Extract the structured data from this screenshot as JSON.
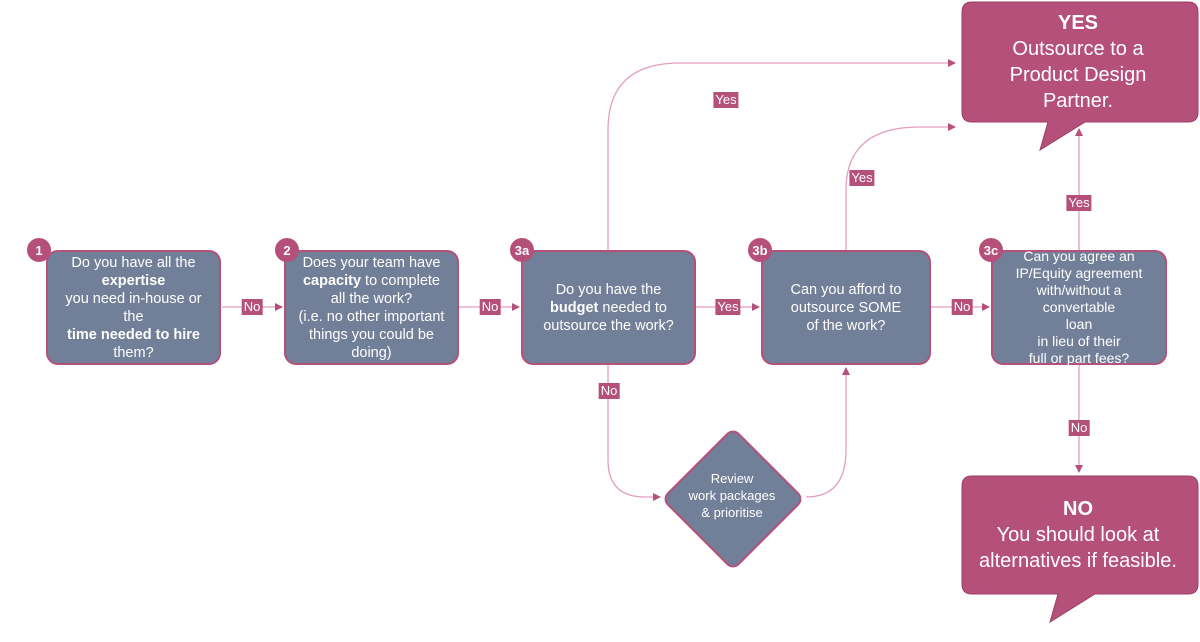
{
  "colors": {
    "node_fill": "#717f98",
    "accent": "#b5507a",
    "text": "#ffffff"
  },
  "nodes": {
    "q1": {
      "badge": "1",
      "lines": [
        [
          {
            "t": "Do you have all the",
            "b": false
          }
        ],
        [
          {
            "t": "expertise",
            "b": true
          }
        ],
        [
          {
            "t": "you need in-house or the",
            "b": false
          }
        ],
        [
          {
            "t": "time needed to hire",
            "b": true
          }
        ],
        [
          {
            "t": "them?",
            "b": false
          }
        ]
      ]
    },
    "q2": {
      "badge": "2",
      "lines": [
        [
          {
            "t": "Does your team have",
            "b": false
          }
        ],
        [
          {
            "t": "capacity",
            "b": true
          },
          {
            "t": " to complete",
            "b": false
          }
        ],
        [
          {
            "t": "all the work?",
            "b": false
          }
        ],
        [
          {
            "t": "(i.e. no other important",
            "b": false
          }
        ],
        [
          {
            "t": "things you could be",
            "b": false
          }
        ],
        [
          {
            "t": "doing)",
            "b": false
          }
        ]
      ]
    },
    "q3a": {
      "badge": "3a",
      "lines": [
        [
          {
            "t": "Do you have the",
            "b": false
          }
        ],
        [
          {
            "t": "budget",
            "b": true
          },
          {
            "t": " needed to",
            "b": false
          }
        ],
        [
          {
            "t": "outsource the work?",
            "b": false
          }
        ]
      ]
    },
    "q3b": {
      "badge": "3b",
      "lines": [
        [
          {
            "t": "Can you afford to",
            "b": false
          }
        ],
        [
          {
            "t": "outsource SOME",
            "b": false
          }
        ],
        [
          {
            "t": "of the work?",
            "b": false
          }
        ]
      ]
    },
    "q3c": {
      "badge": "3c",
      "lines": [
        [
          {
            "t": "Can you agree an",
            "b": false
          }
        ],
        [
          {
            "t": "IP/Equity agreement",
            "b": false
          }
        ],
        [
          {
            "t": "with/without a convertable",
            "b": false
          }
        ],
        [
          {
            "t": "loan",
            "b": false
          }
        ],
        [
          {
            "t": "in lieu of their",
            "b": false
          }
        ],
        [
          {
            "t": "full or part fees?",
            "b": false
          }
        ]
      ]
    }
  },
  "review": {
    "lines": [
      "Review",
      "work packages",
      "& prioritise"
    ]
  },
  "yes_outcome": {
    "heading": "YES",
    "lines": [
      "Outsource to a",
      "Product Design",
      "Partner."
    ]
  },
  "no_outcome": {
    "heading": "NO",
    "lines": [
      "You should look at",
      "alternatives if feasible."
    ]
  },
  "edge_labels": {
    "q1_q2": "No",
    "q2_q3a": "No",
    "q3a_q3b": "Yes",
    "q3b_q3c": "No",
    "q3a_yes": "Yes",
    "q3b_yes": "Yes",
    "q3c_yes": "Yes",
    "q3a_review": "No",
    "q3c_no": "No"
  }
}
